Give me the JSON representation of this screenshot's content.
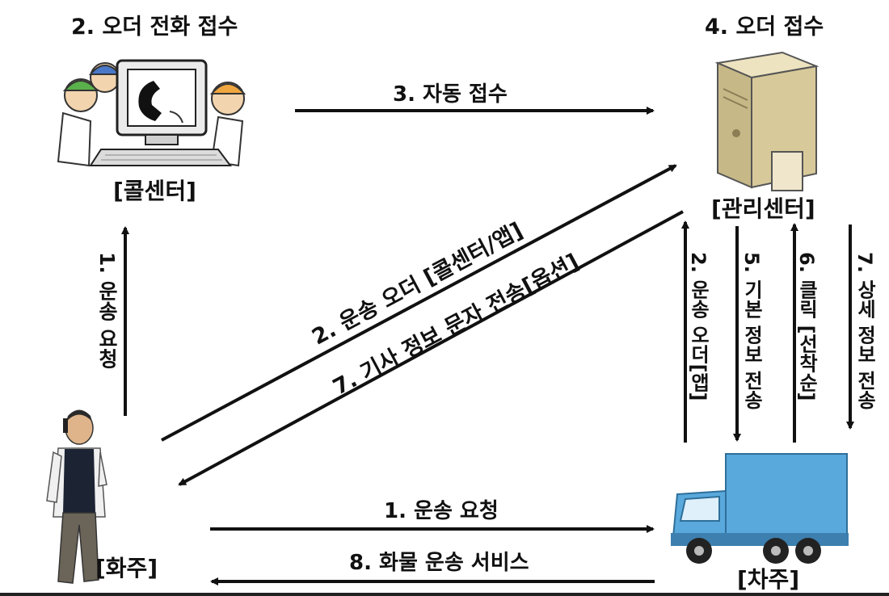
{
  "nodes": {
    "call_center": {
      "title": "2. 오더 전화 접수",
      "label": "[콜센터]"
    },
    "management_center": {
      "title": "4. 오더 접수",
      "label": "[관리센터]"
    },
    "shipper": {
      "label": "[화주]"
    },
    "truck_owner": {
      "label": "[차주]"
    }
  },
  "flows": {
    "auto_receive": "3. 자동 접수",
    "shipper_to_callcenter": "1. 운송 요청",
    "transport_order": "2. 운송 오더 [콜센터/앱]",
    "driver_info_sms": "7. 기사 정보 문자 전송[옵션]",
    "order_app": "2. 운송 오더[앱]",
    "basic_info": "5. 기본 정보 전송",
    "click_first_come": "6. 클릭 [선착순]",
    "detail_info": "7. 상세 정보 전송",
    "transport_request": "1. 운송 요청",
    "freight_service": "8. 화물 운송 서비스"
  },
  "colors": {
    "arrow": "#111111",
    "truck_body": "#5aa9dc",
    "server_body": "#d8c99a",
    "shipper_vest": "#1c2433"
  }
}
